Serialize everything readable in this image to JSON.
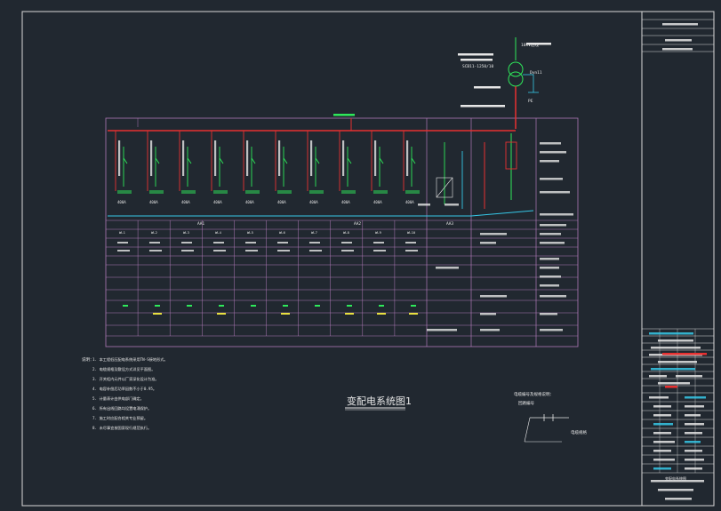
{
  "drawing": {
    "title": "变配电系统图1",
    "colors": {
      "background": "#212830",
      "frame": "#d9d9d9",
      "table": "#b07ab8",
      "busbar": "#e83030",
      "green": "#2ee85a",
      "cyan": "#36c8e8",
      "text": "#e6e6e6",
      "yellow": "#e8e040"
    }
  },
  "source": {
    "incoming_label": "10kV进线",
    "transformer_label": "SCB11-1250/10",
    "transformer_note": "Dyn11",
    "ground_label": "PE"
  },
  "panels": {
    "left_section": "AA1",
    "mid_section": "AA2",
    "right_section": "AA3",
    "feeders": [
      {
        "rating": "400A",
        "name": "WL1"
      },
      {
        "rating": "400A",
        "name": "WL2"
      },
      {
        "rating": "400A",
        "name": "WL3"
      },
      {
        "rating": "400A",
        "name": "WL4"
      },
      {
        "rating": "400A",
        "name": "WL5"
      },
      {
        "rating": "400A",
        "name": "WL6"
      },
      {
        "rating": "400A",
        "name": "WL7"
      },
      {
        "rating": "400A",
        "name": "WL8"
      },
      {
        "rating": "400A",
        "name": "WL9"
      },
      {
        "rating": "400A",
        "name": "WL10"
      }
    ]
  },
  "notes": {
    "heading": "说明：",
    "lines": [
      "1. 本工程低压配电系统采用TN-S接地形式。",
      "2. 电缆规格及敷设方式详见平面图。",
      "3. 开关柜内元件以厂家深化设计为准。",
      "4. 电容补偿后功率因数不小于0.95。",
      "5. 计量表计由供电部门确定。",
      "6. 所有出线回路均设置电涌保护。",
      "7. 施工时应配合相关专业预留。",
      "8. 未尽事宜按国家现行规范执行。"
    ]
  },
  "legend": {
    "title": "电缆编号及规格说明：",
    "sub": "回路编号",
    "tag": "电缆规格"
  },
  "title_block": {
    "project": "变配电系统图"
  }
}
